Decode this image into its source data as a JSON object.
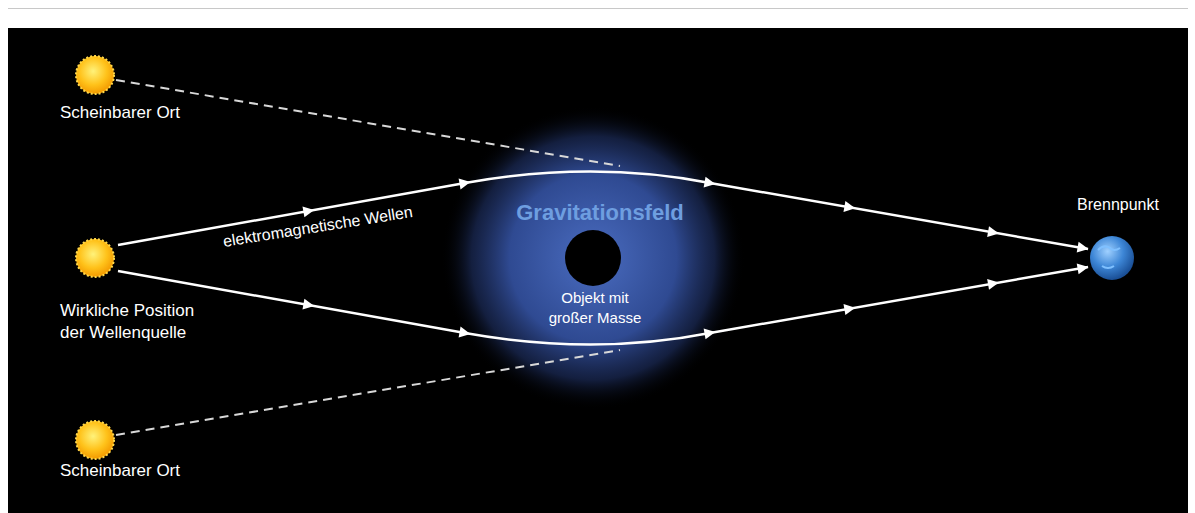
{
  "diagram": {
    "nodes": [
      {
        "text": [
          "Scheinbarer Ort"
        ]
      },
      {
        "text": [
          "Wirkliche Position der Wellenquelle"
        ]
      },
      {
        "text": [
          "Gravitationsfeld",
          "Objekt mit großer Masse"
        ]
      },
      {
        "text": [
          "Brennpunkt"
        ]
      },
      {
        "text": [
          "Scheinbarer Ort"
        ]
      }
    ],
    "edges": [
      {
        "from": 1,
        "to": 3,
        "arrow": "to",
        "label": "elektromagnetische Wellen"
      },
      {
        "from": 1,
        "to": 3,
        "arrow": "to"
      }
    ]
  }
}
